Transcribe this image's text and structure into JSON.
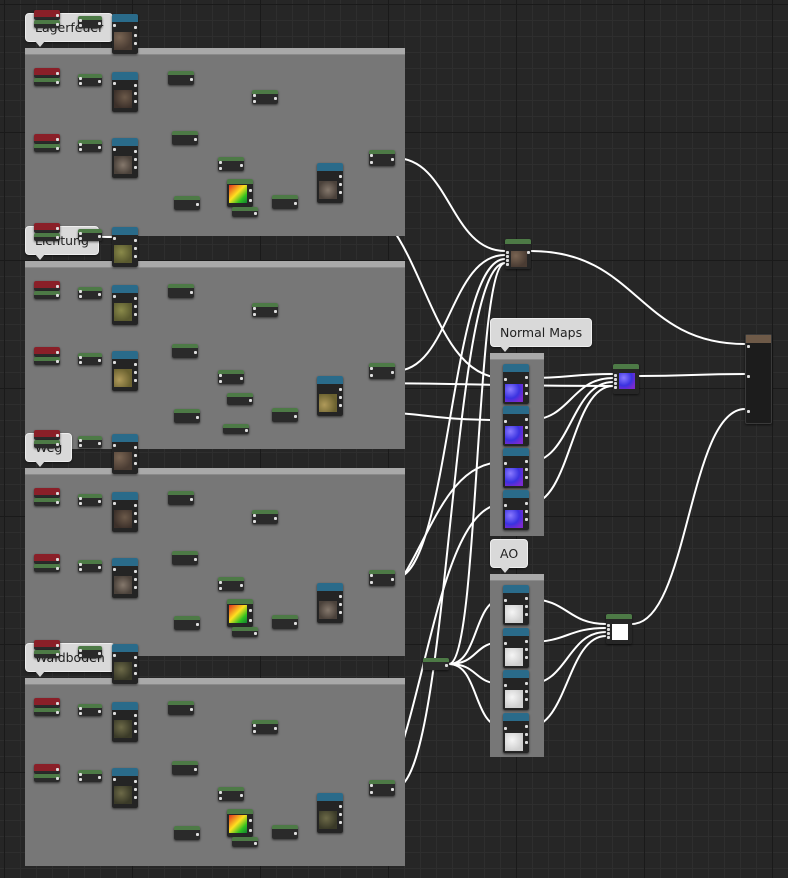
{
  "comments": {
    "lagerfeuer": "Lagerfeuer",
    "lichtung": "Lichtung",
    "weg": "Weg",
    "waldboden": "Waldboden",
    "normal_maps": "Normal Maps",
    "ao": "AO"
  },
  "colors": {
    "graph_background": "#262626",
    "comment_body": "#777777",
    "comment_header": "#a9a9a9",
    "wire": "#ffffff",
    "param_header_red": "#8a1f28",
    "function_header_green": "#4d7a46",
    "texture_header_blue": "#2a6b8a"
  },
  "icons": {
    "speech_bubble": "comment-bubble-icon",
    "material_output": "material-result-node-icon"
  }
}
